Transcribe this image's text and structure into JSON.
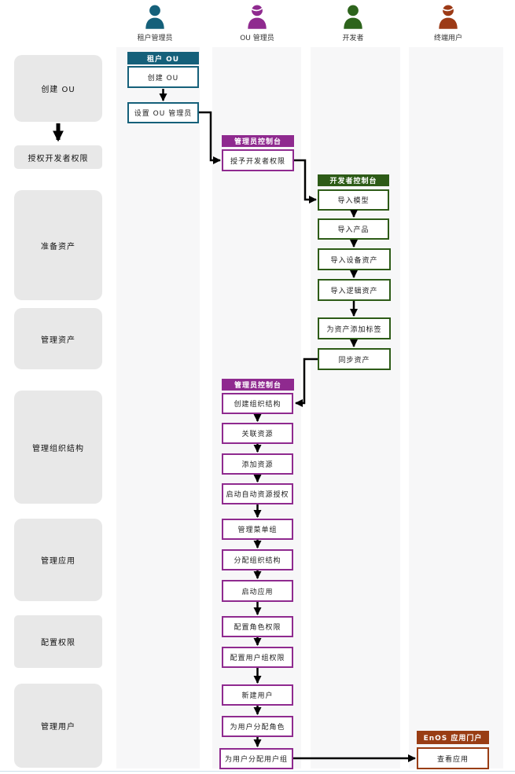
{
  "actors": [
    {
      "label": "租户管理员",
      "color": "#15607a"
    },
    {
      "label": "OU 管理员",
      "color": "#8f2a8f"
    },
    {
      "label": "开发者",
      "color": "#2d641c"
    },
    {
      "label": "终端用户",
      "color": "#9c3a16"
    }
  ],
  "sidebar": {
    "items": [
      {
        "label": "创建 OU"
      },
      {
        "label": "授权开发者权限"
      },
      {
        "label": "准备资产"
      },
      {
        "label": "管理资产"
      },
      {
        "label": "管理组织结构"
      },
      {
        "label": "管理应用"
      },
      {
        "label": "配置权限"
      },
      {
        "label": "管理用户"
      }
    ]
  },
  "groups": {
    "tenant_ou": {
      "header": "租户 OU",
      "boxes": [
        "创建 OU",
        "设置 OU 管理员"
      ]
    },
    "admin_console_top": {
      "header": "管理员控制台",
      "boxes": [
        "授予开发者权限"
      ]
    },
    "dev_console": {
      "header": "开发者控制台",
      "boxes": [
        "导入模型",
        "导入产品",
        "导入设备资产",
        "导入逻辑资产",
        "为资产添加标签",
        "同步资产"
      ]
    },
    "admin_console_main": {
      "header": "管理员控制台",
      "boxes": [
        "创建组织结构",
        "关联资源",
        "添加资源",
        "启动自动资源授权",
        "管理菜单组",
        "分配组织结构",
        "启动应用",
        "配置角色权限",
        "配置用户组权限",
        "新建用户",
        "为用户分配角色",
        "为用户分配用户组"
      ]
    },
    "enos_portal": {
      "header": "EnOS 应用门户",
      "boxes": [
        "查看应用"
      ]
    }
  },
  "colors": {
    "teal": "#15607a",
    "purple": "#8f2a8f",
    "green": "#2d5b17",
    "brick": "#993d14",
    "lane_background": "#f7f7f8",
    "sidebar_box": "#e8e8e8",
    "arrow": "#000000"
  }
}
